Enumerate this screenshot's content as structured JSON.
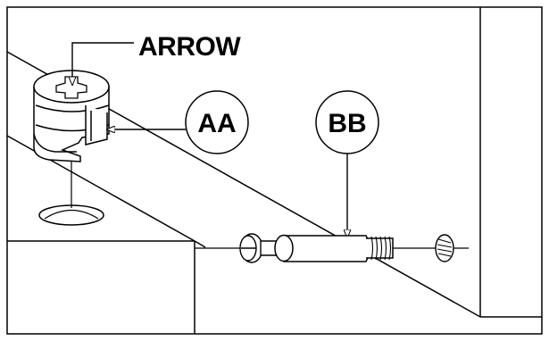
{
  "labels": {
    "arrow": "ARROW",
    "aa": "AA",
    "bb": "BB"
  },
  "colors": {
    "ink": "#000000",
    "paper": "#ffffff"
  }
}
